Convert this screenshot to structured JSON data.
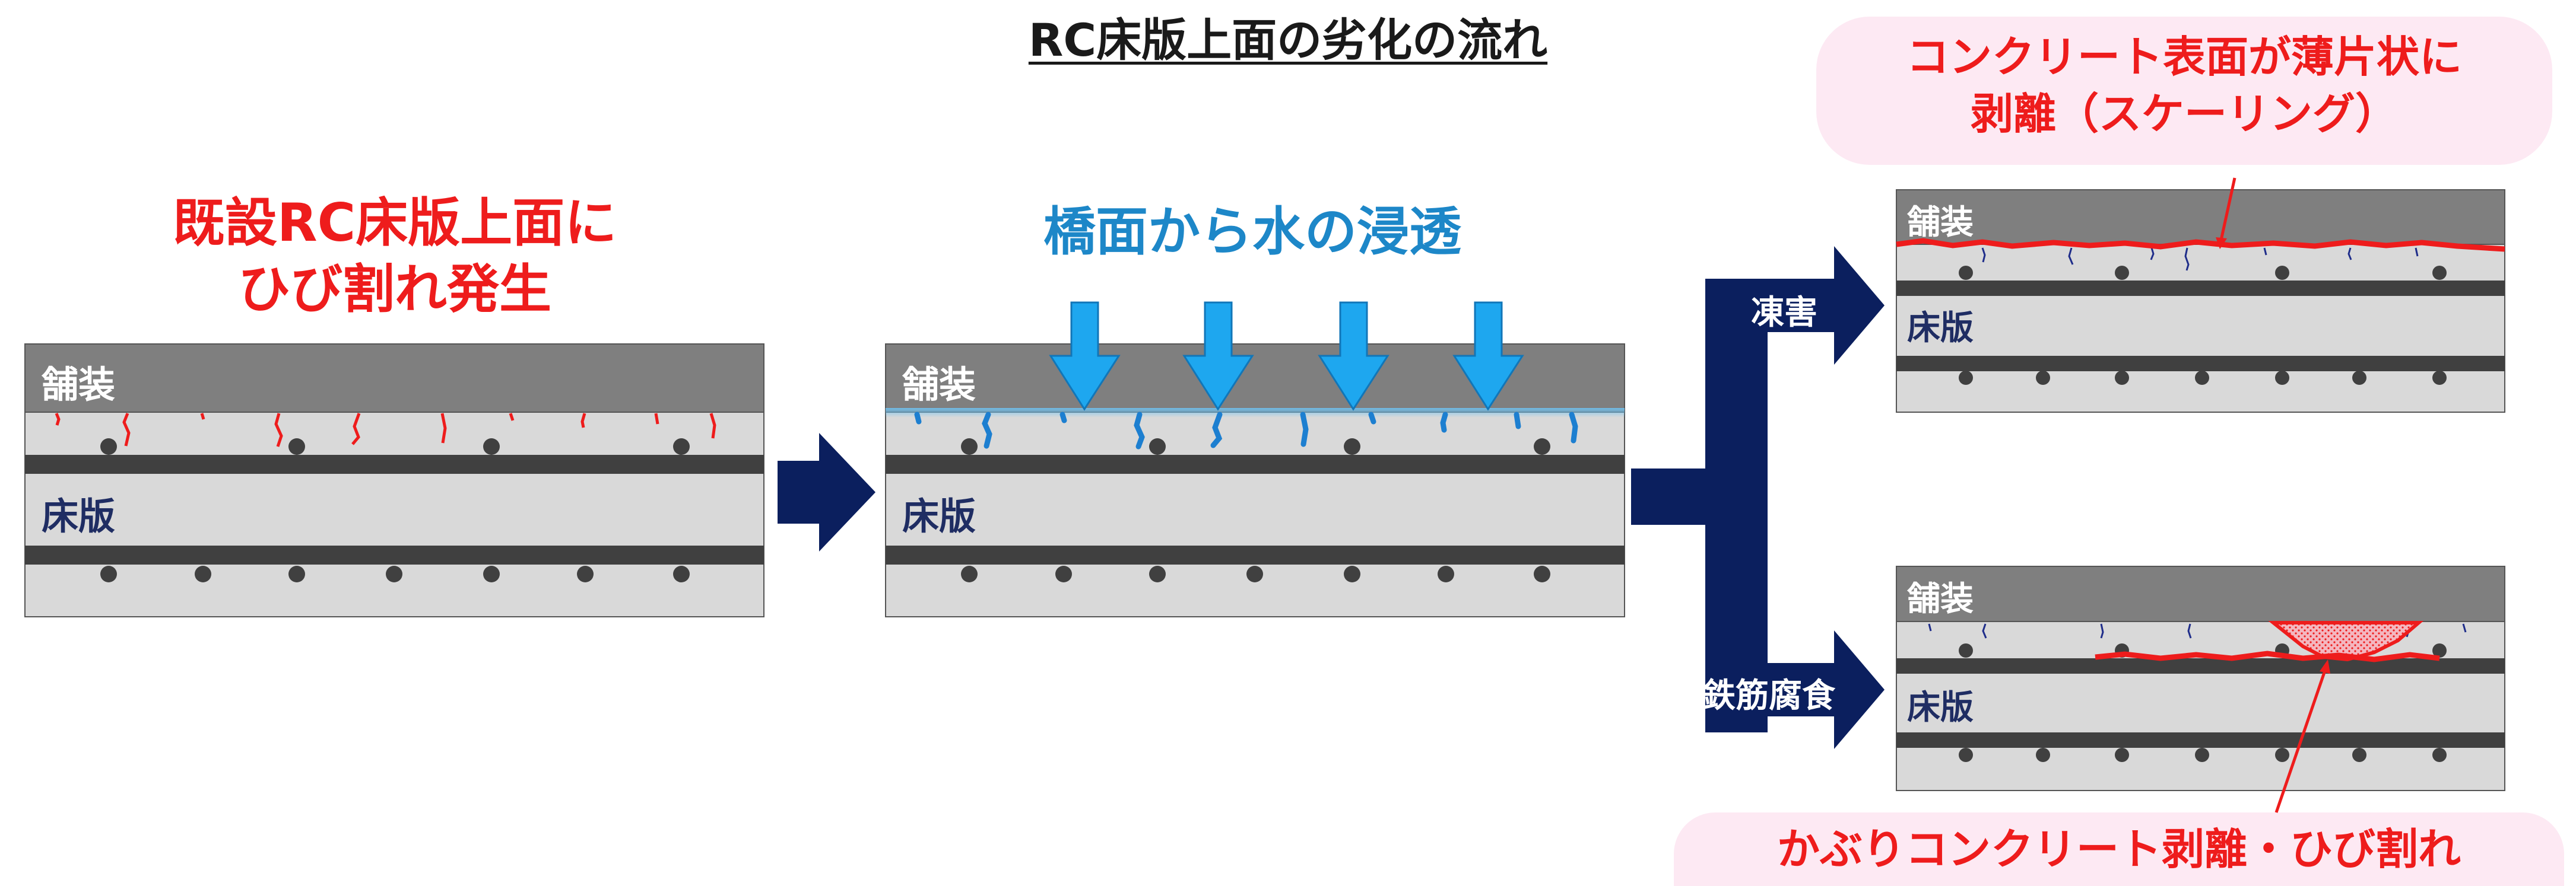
{
  "title": "RC床版上面の劣化の流れ",
  "stage1": {
    "caption_line1": "既設RC床版上面に",
    "caption_line2": "ひび割れ発生"
  },
  "stage2": {
    "caption": "橋面から水の浸透"
  },
  "layers": {
    "pavement": "舗装",
    "slab": "床版"
  },
  "branches": {
    "freeze": "凍害",
    "corrosion": "鉄筋腐食"
  },
  "callout_top": {
    "line1": "コンクリート表面が薄片状に",
    "line2": "剥離（スケーリング）"
  },
  "callout_bottom": {
    "text": "かぶりコンクリート剥離・ひび割れ"
  },
  "colors": {
    "navy": "#0b1f5e",
    "pavement": "#7f7f7f",
    "slab": "#d9d9d9",
    "rebar": "#404040",
    "crack_red": "#ee1c1c",
    "water_blue": "#1d7fd0",
    "water_arrow": "#1ea7ef",
    "callout_bg": "#fde9f3"
  }
}
